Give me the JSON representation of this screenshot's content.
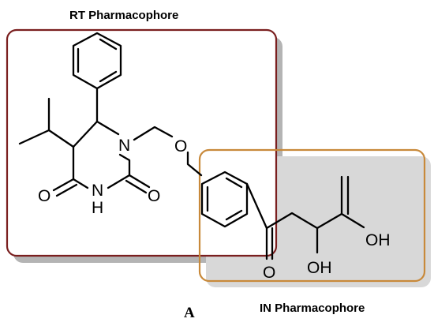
{
  "labels": {
    "rt_title": "RT Pharmacophore",
    "in_title": "IN Pharmacophore",
    "panel": "A"
  },
  "atoms": {
    "n1": "N",
    "nh_n": "N",
    "nh_h": "H",
    "o_ring_left": "O",
    "o_ring_right": "O",
    "o_ether": "O",
    "o_ketone": "O",
    "oh_side": "OH",
    "oh_bottom": "OH"
  },
  "colors": {
    "rt_box": "#7a1f1f",
    "in_box": "#c8893a",
    "shadow": "#b4b4b4"
  }
}
